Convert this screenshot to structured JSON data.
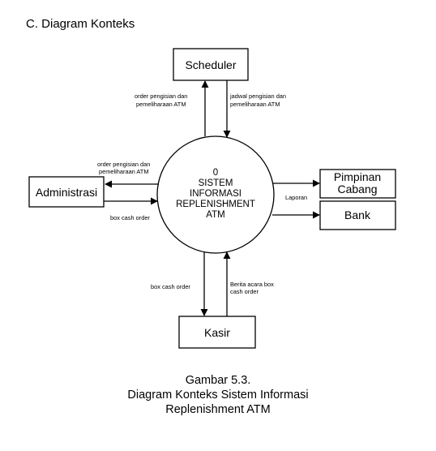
{
  "heading": "C.  Diagram Konteks",
  "process": {
    "number": "0",
    "lines": [
      "SISTEM",
      "INFORMASI",
      "REPLENISHMENT",
      "ATM"
    ]
  },
  "entities": {
    "scheduler": "Scheduler",
    "administrasi": "Administrasi",
    "pimpinan": [
      "Pimpinan",
      "Cabang"
    ],
    "bank": "Bank",
    "kasir": "Kasir"
  },
  "flows": {
    "scheduler_out": [
      "order pengisian dan",
      "pemeliharaan ATM"
    ],
    "scheduler_in": [
      "jadwal pengisian dan",
      "pemeliharaan ATM"
    ],
    "admin_out": [
      "order pengisian dan",
      "pemeliharaan ATM"
    ],
    "admin_in": "box cash order",
    "laporan": "Laporan",
    "kasir_down": "box cash order",
    "kasir_up": [
      "Berita acara box",
      "cash order"
    ]
  },
  "caption": {
    "line1": "Gambar 5.3.",
    "line2": "Diagram Konteks Sistem Informasi",
    "line3": "Replenishment ATM"
  }
}
